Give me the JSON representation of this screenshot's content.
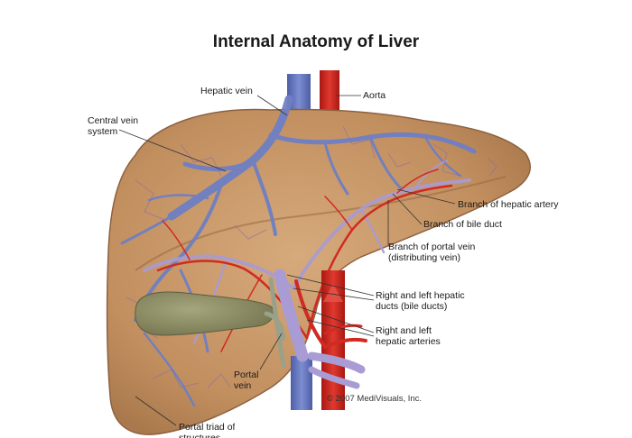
{
  "title": "Internal Anatomy of Liver",
  "labels": {
    "hepatic_vein": "Hepatic vein",
    "aorta": "Aorta",
    "central_vein": [
      "Central vein",
      "system"
    ],
    "branch_hepatic_artery": "Branch of hepatic artery",
    "branch_bile_duct": "Branch of bile duct",
    "branch_portal_vein": [
      "Branch of portal vein",
      "(distributing vein)"
    ],
    "right_left_hepatic_ducts": [
      "Right and left hepatic",
      "ducts (bile ducts)"
    ],
    "right_left_hepatic_arteries": [
      "Right and left",
      "hepatic arteries"
    ],
    "portal_vein": [
      "Portal",
      "vein"
    ],
    "portal_triad": [
      "Portal triad of",
      "structures"
    ]
  },
  "copyright": "© 2007 MediVisuals, Inc.",
  "colors": {
    "liver": "#c89a6c",
    "liver_dark": "#a9794d",
    "vein_blue": "#6f7fc4",
    "artery_red": "#d12a22",
    "gallbladder": "#8f8f68",
    "bile_duct": "#9aa089"
  }
}
